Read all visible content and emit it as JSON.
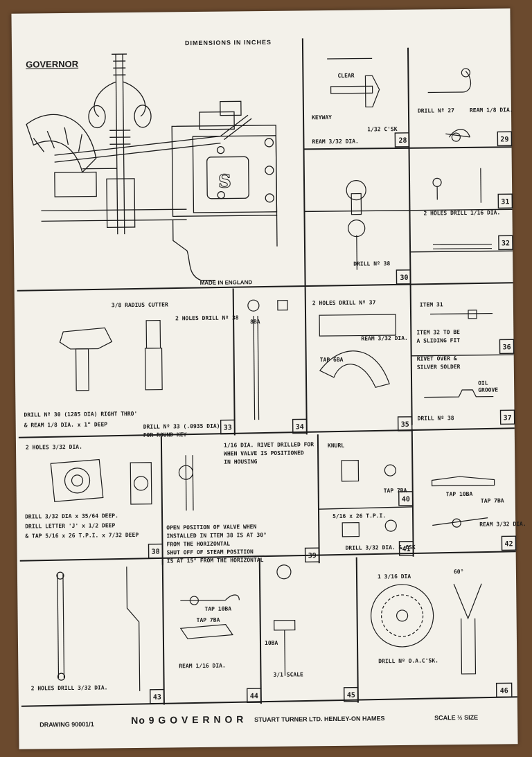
{
  "header": {
    "units": "DIMENSIONS  IN  INCHES",
    "title_left": "GOVERNOR",
    "made_in": "MADE IN ENGLAND"
  },
  "footer": {
    "drawing_no": "DRAWING 90001/1",
    "title": "No 9  G O V E R N O R",
    "company": "STUART TURNER LTD. HENLEY-ON  HAMES",
    "scale": "SCALE ½ SIZE"
  },
  "items": {
    "n28": "28",
    "n29": "29",
    "n30": "30",
    "n31": "31",
    "n32": "32",
    "n33": "33",
    "n34": "34",
    "n35": "35",
    "n36": "36",
    "n37": "37",
    "n38": "38",
    "n39": "39",
    "n40": "40",
    "n41": "41",
    "n42": "42",
    "n43": "43",
    "n44": "44",
    "n45": "45",
    "n46": "46"
  },
  "notes": {
    "keyway": "KEYWAY",
    "ream_332": "REAM 3/32 DIA.",
    "csk_32": "1/32 C'SK",
    "clear": "CLEAR",
    "drill27": "DRILL Nº 27",
    "ream_18": "REAM 1/8 DIA.",
    "holes_116": "2 HOLES DRILL 1/16 DIA.",
    "drill38": "DRILL Nº 38",
    "radius_cutter": "3/8 RADIUS CUTTER",
    "two_holes_38": "2 HOLES DRILL Nº 38",
    "drill_thro": "DRILL Nº 30 (1285 DIA) RIGHT THRO'",
    "ream_bore": "& REAM 1/8 DIA. x 1\" DEEP",
    "drill33": "DRILL Nº 33 (.0935 DIA)",
    "round_key": "FOR ROUND KEY",
    "ba8": "8BA",
    "two_holes_37": "2 HOLES DRILL Nº 37",
    "tap6ba": "TAP 6BA",
    "ream_332b": "REAM 3/32 DIA.",
    "item31": "ITEM 31",
    "item32": "ITEM 32 TO BE",
    "sliding": "A SLIDING FIT",
    "rivet": "RIVET OVER &",
    "solder": "SILVER SOLDER",
    "oil": "OIL",
    "groove": "GROOVE",
    "drill_38b": "DRILL Nº 38",
    "two_holes_38b": "2 HOLES 3/32 DIA.",
    "drill_38c": "DRILL 3/32 DIA x 35/64 DEEP.",
    "drill_letter": "DRILL LETTER 'J' x 1/2 DEEP",
    "tap_38": "& TAP 5/16 x 26 T.P.I. x 7/32 DEEP",
    "rivet_hole": "1/16 DIA. RIVET DRILLED FOR",
    "when_valve": "WHEN VALVE IS POSITIONED",
    "in_housing": "IN HOUSING",
    "open_pos": "OPEN POSITION OF VALVE WHEN",
    "installed": "INSTALLED IN ITEM 38 IS AT 30°",
    "horizontal": "FROM THE HORIZONTAL",
    "shutoff": "SHUT OFF OF STEAM POSITION",
    "at15": "IS AT 15° FROM THE HORIZONTAL",
    "knurl": "KNURL",
    "tap7ba": "TAP 7BA",
    "tpi26": "5/16 x 26 T.P.I.",
    "csk_41": "DRILL 3/32 DIA. & CSK",
    "tap10ba": "TAP 10BA",
    "tap7ba_b": "TAP 7BA",
    "ream_332c": "REAM 3/32 DIA.",
    "holes_43": "2 HOLES DRILL 3/32 DIA.",
    "tap10ba_b": "TAP 10BA",
    "tap7ba_c": "TAP 7BA",
    "ream_116": "REAM 1/16 DIA.",
    "ba10": "10BA",
    "scale31": "3/1 SCALE",
    "drill_csk": "DRILL Nº O.A.C'SK.",
    "angle60": "60°",
    "dim_1_3_16": "1 3/16 DIA"
  }
}
